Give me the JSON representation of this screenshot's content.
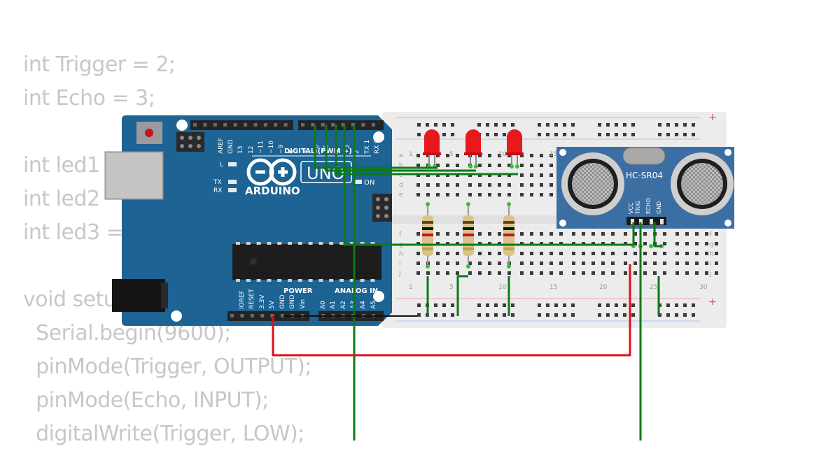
{
  "code_lines": [
    "int Trigger = 2;",
    "int Echo = 3;",
    "",
    "int led1",
    "int led2",
    "int led3 =",
    "",
    "void setu",
    "  Serial.begin(9600);",
    "  pinMode(Trigger, OUTPUT);",
    "  pinMode(Echo, INPUT);",
    "  digitalWrite(Trigger, LOW);"
  ],
  "arduino": {
    "brand": "ARDUINO",
    "model": "UNO",
    "on_label": "ON",
    "l_label": "L",
    "tx_label": "TX",
    "rx_label": "RX",
    "digital_label": "DIGITAL (PWM ~)",
    "power_label": "POWER",
    "analog_label": "ANALOG IN",
    "digital_pins": [
      "AREF",
      "GND",
      "13",
      "12",
      "~11",
      "~10",
      "~9",
      "8",
      "7",
      "~6",
      "~5",
      "4",
      "~3",
      "2",
      "TX 1",
      "RX 0"
    ],
    "power_pins": [
      "IOREF",
      "RESET",
      "3.3V",
      "5V",
      "GND",
      "GND",
      "Vin"
    ],
    "analog_pins": [
      "A0",
      "A1",
      "A2",
      "A3",
      "A4",
      "A5"
    ]
  },
  "breadboard": {
    "rows_top": [
      "a",
      "b",
      "c",
      "d",
      "e"
    ],
    "rows_bottom": [
      "f",
      "g",
      "h",
      "i",
      "j"
    ],
    "top_numbers": [
      "1",
      "5",
      "10",
      "15"
    ],
    "bottom_numbers": [
      "1",
      "5",
      "10",
      "15",
      "20",
      "25",
      "30"
    ],
    "plus": "+"
  },
  "sensor": {
    "model": "HC-SR04",
    "pins": [
      "VCC",
      "TRIG",
      "ECHO",
      "GND"
    ]
  },
  "colors": {
    "board_blue": "#1d6393",
    "sensor_blue": "#3b6fa3",
    "wire_green": "#0c7a16",
    "wire_red": "#d9101a",
    "wire_black": "#111111",
    "led_red": "#e8181c",
    "code_gray": "#c7c7c7"
  }
}
